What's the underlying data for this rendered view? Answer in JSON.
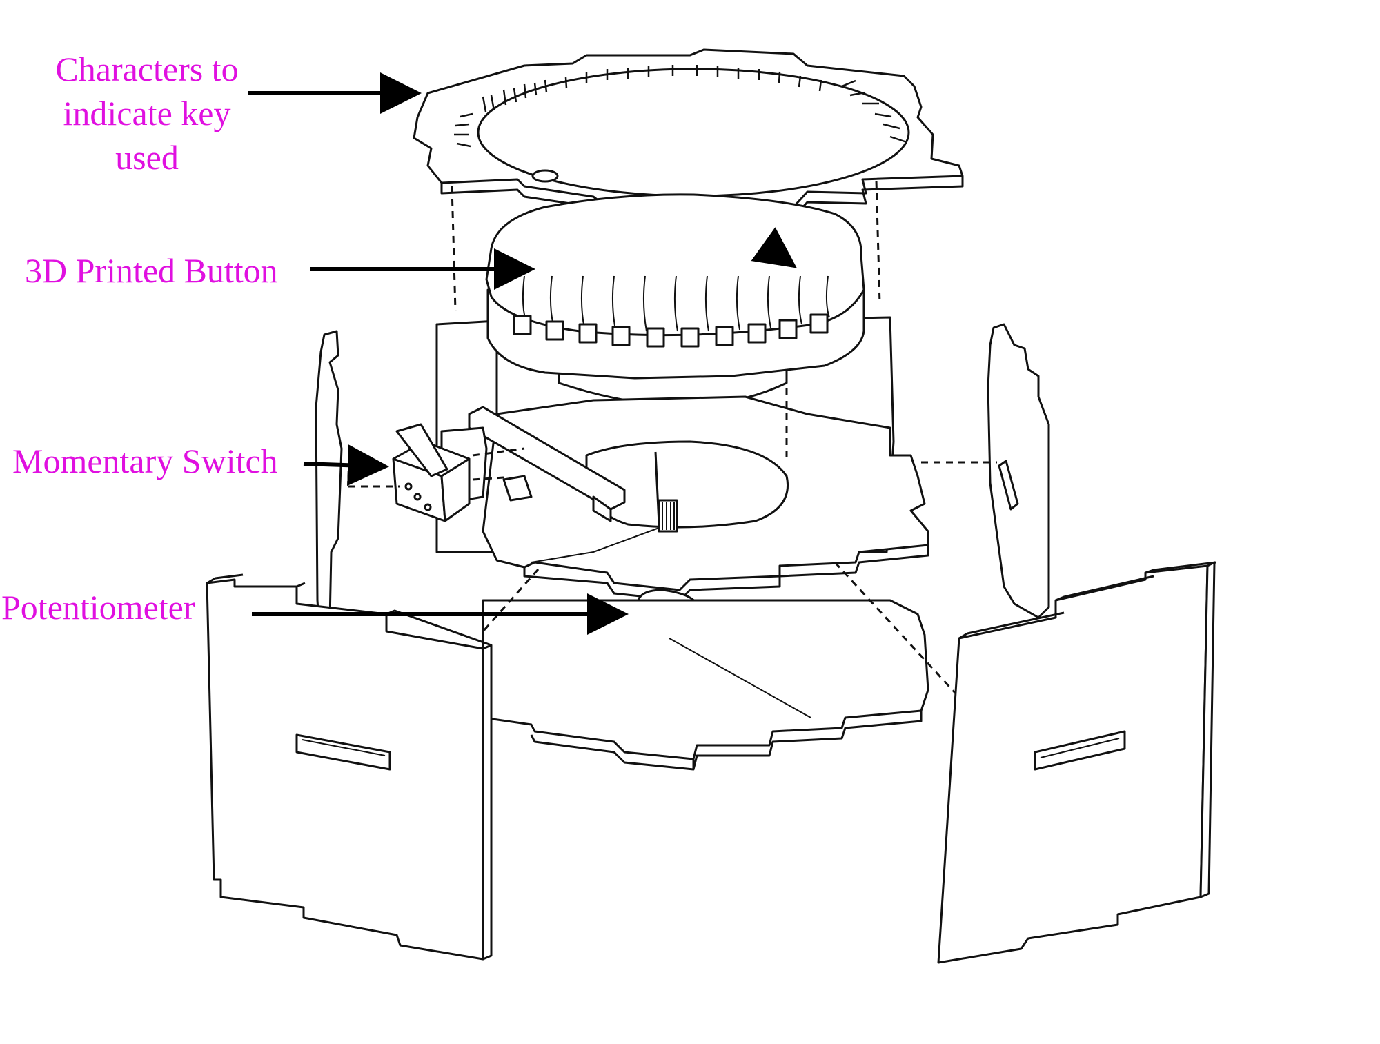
{
  "labels": {
    "characters": [
      "Characters to",
      "indicate key",
      "used"
    ],
    "button": "3D Printed Button",
    "switch": "Momentary Switch",
    "potentiometer": "Potentiometer"
  },
  "colors": {
    "label": "#e010e0",
    "line": "#111111",
    "fill": "#ffffff"
  }
}
